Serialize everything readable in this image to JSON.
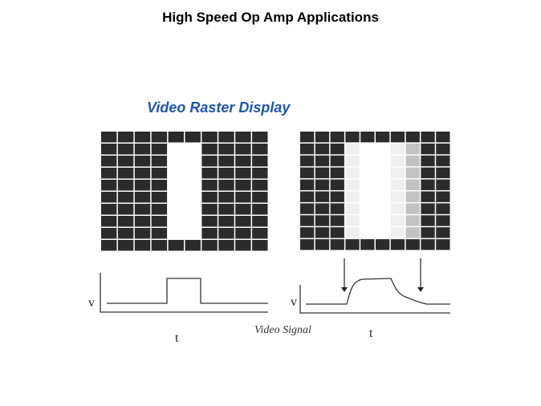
{
  "title": "High Speed Op Amp Applications",
  "diagram_title": "Video Raster Display",
  "caption": "Video Signal",
  "axis": {
    "v": "v",
    "t": "t"
  },
  "colors": {
    "dark": "#2b2b2b",
    "light": "#efefef",
    "mid": "#c2c2c2",
    "title": "#1f56b0"
  },
  "left_grid": {
    "cols": 10,
    "rows": 10,
    "shades": [
      "d",
      "d",
      "d",
      "d",
      "w",
      "w",
      "d",
      "d",
      "d",
      "d"
    ]
  },
  "right_grid": {
    "cols": 10,
    "rows": 10,
    "shades": [
      "d",
      "d",
      "d",
      "l",
      "w",
      "w",
      "l",
      "m",
      "d",
      "d"
    ]
  }
}
